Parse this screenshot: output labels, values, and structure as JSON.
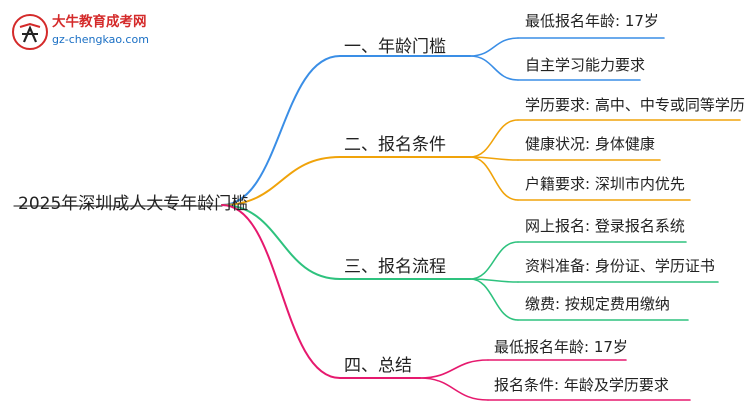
{
  "logo": {
    "title": "大牛教育成考网",
    "url": "gz-chengkao.com"
  },
  "root": {
    "label": "2025年深圳成人大专年龄门槛"
  },
  "colors": {
    "branch1": "#3a8ee6",
    "branch2": "#f0a30a",
    "branch3": "#2ec27e",
    "branch4": "#e6196e",
    "root_line": "#444444"
  },
  "branches": [
    {
      "label": "一、年龄门槛",
      "color_key": "branch1",
      "items": [
        "最低报名年龄: 17岁",
        "自主学习能力要求"
      ]
    },
    {
      "label": "二、报名条件",
      "color_key": "branch2",
      "items": [
        "学历要求: 高中、中专或同等学历",
        "健康状况: 身体健康",
        "户籍要求: 深圳市内优先"
      ]
    },
    {
      "label": "三、报名流程",
      "color_key": "branch3",
      "items": [
        "网上报名: 登录报名系统",
        "资料准备: 身份证、学历证书",
        "缴费: 按规定费用缴纳"
      ]
    },
    {
      "label": "四、总结",
      "color_key": "branch4",
      "items": [
        "最低报名年龄: 17岁",
        "报名条件: 年龄及学历要求"
      ]
    }
  ]
}
